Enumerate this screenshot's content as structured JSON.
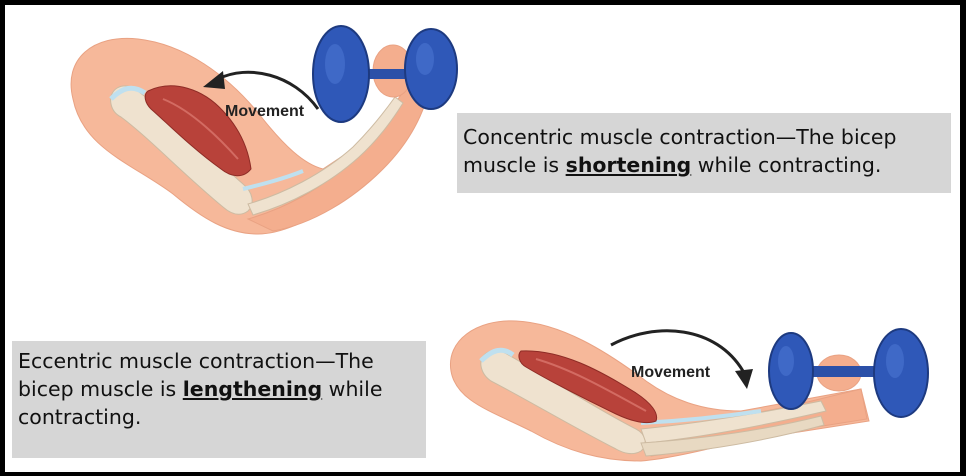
{
  "concentric": {
    "caption_part1": "Concentric muscle contraction—The bicep muscle is ",
    "caption_emphasis": "shortening",
    "caption_part2": " while contracting.",
    "movement_label": "Movement"
  },
  "eccentric": {
    "caption_part1": "Eccentric muscle contraction—The bicep muscle is ",
    "caption_emphasis": "lengthening",
    "caption_part2": " while contracting.",
    "movement_label": "Movement"
  },
  "colors": {
    "skin": "#f6b89a",
    "skin_shadow": "#eea080",
    "bone": "#efe2cf",
    "muscle": "#b8423a",
    "tendon": "#cfe7f3",
    "dumbbell": "#2f58b8",
    "caption_bg": "#d6d6d6"
  }
}
